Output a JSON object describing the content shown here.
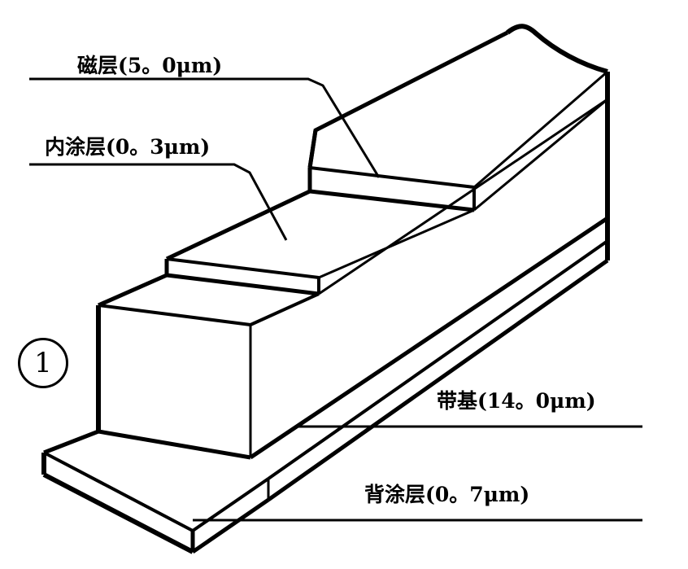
{
  "figure": {
    "number": "1",
    "number_style": "circled",
    "background_color": "#ffffff",
    "line_color": "#000000",
    "subject": "magnetic tape cross-section isometric cutaway"
  },
  "labels": {
    "magnetic_layer": "磁层(5。0μm)",
    "under_coat": "内涂层(0。3μm)",
    "tape_base": "带基(14。0μm)",
    "back_coat": "背涂层(0。7μm)"
  },
  "layers": [
    {
      "name": "磁层",
      "thickness": "5。0μm",
      "position": "top"
    },
    {
      "name": "内涂层",
      "thickness": "0。3μm",
      "position": "second"
    },
    {
      "name": "带基",
      "thickness": "14。0μm",
      "position": "third"
    },
    {
      "name": "背涂层",
      "thickness": "0。7μm",
      "position": "bottom"
    }
  ]
}
